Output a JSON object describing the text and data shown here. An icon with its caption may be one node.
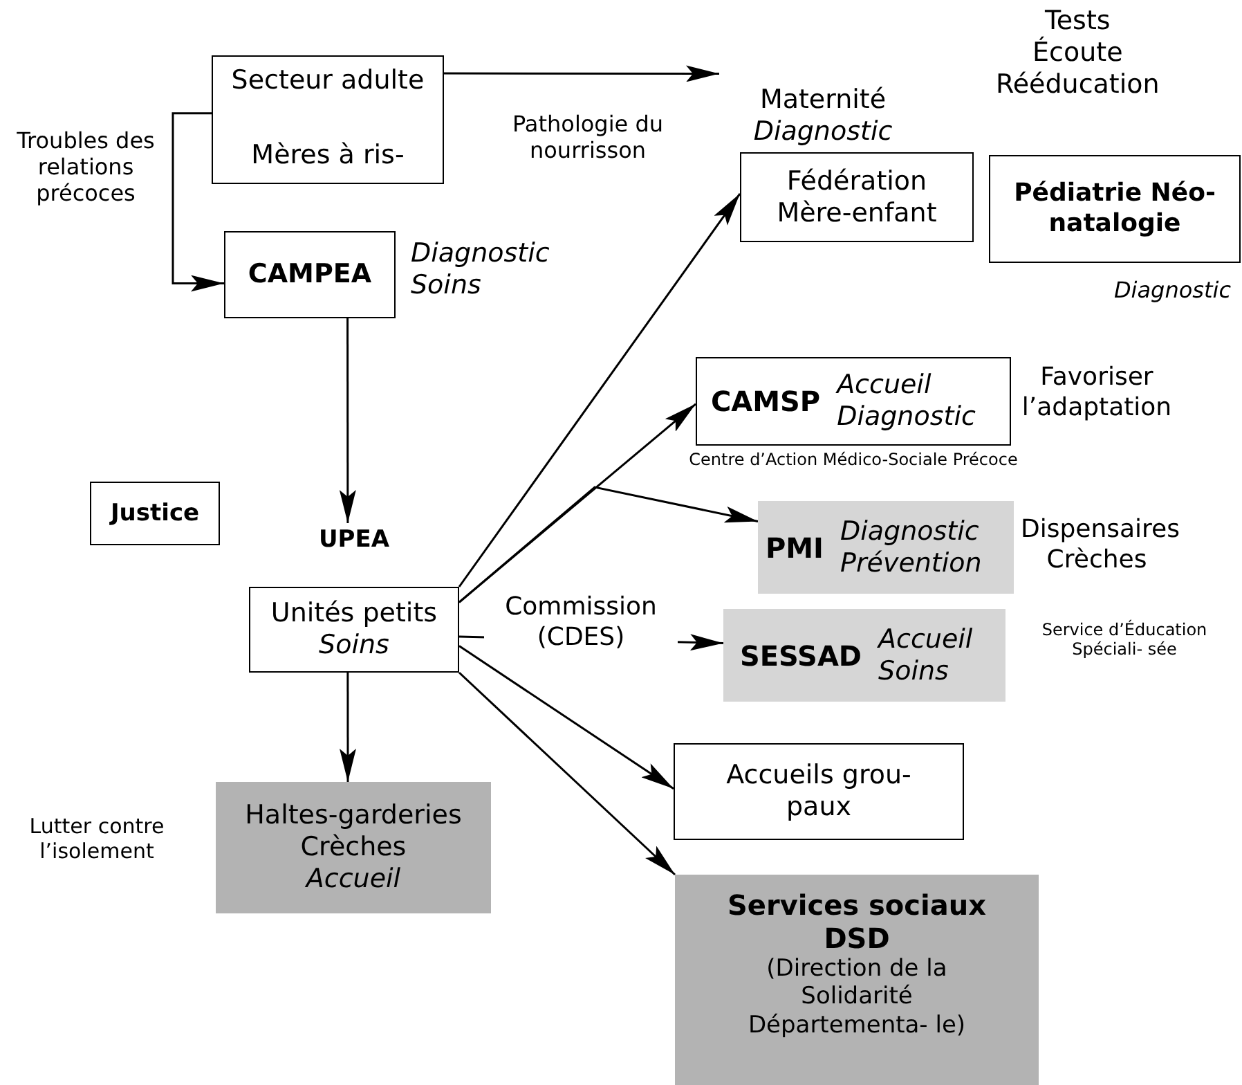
{
  "diagram": {
    "nodes": [
      {
        "text": [
          "Secteur adulte",
          "Mères à ris-"
        ]
      },
      {
        "text": [
          "Maternité",
          "Diagnostic"
        ]
      },
      {
        "text": [
          "CAMPEA"
        ],
        "beside": [
          "Diagnostic Soins"
        ]
      },
      {
        "text": [
          "Fédération Mère-enfant"
        ]
      },
      {
        "text": [
          "Pédiatrie Néo-natalogie"
        ],
        "beside": [
          "Diagnostic"
        ]
      },
      {
        "text": [
          "CAMSP",
          "Accueil Diagnostic"
        ],
        "beside": [
          "Favoriser l’adaptation",
          "Centre d’Action Médico-Sociale Précoce"
        ]
      },
      {
        "text": [
          "Justice"
        ]
      },
      {
        "text": [
          "UPEA",
          "Unités petits",
          "Soins"
        ]
      },
      {
        "text": [
          "PMI",
          "Diagnostic Prévention"
        ],
        "beside": [
          "Dispensaires Crèches"
        ]
      },
      {
        "text": [
          "SESSAD",
          "Accueil Soins"
        ],
        "beside": [
          "Service d’Éducation Spéciali- sée"
        ]
      },
      {
        "text": [
          "Accueils grou- paux"
        ]
      },
      {
        "text": [
          "Haltes-garderies Crèches",
          "Accueil"
        ],
        "beside": [
          "Lutter contre l’isolement"
        ]
      },
      {
        "text": [
          "Services sociaux DSD",
          "(Direction de la Solidarité Départementa- le)"
        ]
      }
    ],
    "edges": [
      {
        "from": 0,
        "to": 2,
        "arrow": "to",
        "label": "Troubles des relations précoces"
      },
      {
        "from": 0,
        "to": 1,
        "arrow": "to",
        "label": "Pathologie du nourrisson"
      },
      {
        "from": 2,
        "to": 7,
        "arrow": "to"
      },
      {
        "from": 7,
        "to": 3,
        "arrow": "to"
      },
      {
        "from": 7,
        "to": 5,
        "arrow": "to"
      },
      {
        "from": 7,
        "to": 8,
        "arrow": "to"
      },
      {
        "from": 7,
        "to": 9,
        "arrow": "to",
        "label": "Commission (CDES)"
      },
      {
        "from": 7,
        "to": 10,
        "arrow": "to"
      },
      {
        "from": 7,
        "to": 11,
        "arrow": "to"
      },
      {
        "from": 7,
        "to": 12,
        "arrow": "to"
      }
    ],
    "labels": [
      "Tests Écoute Rééducation"
    ]
  }
}
